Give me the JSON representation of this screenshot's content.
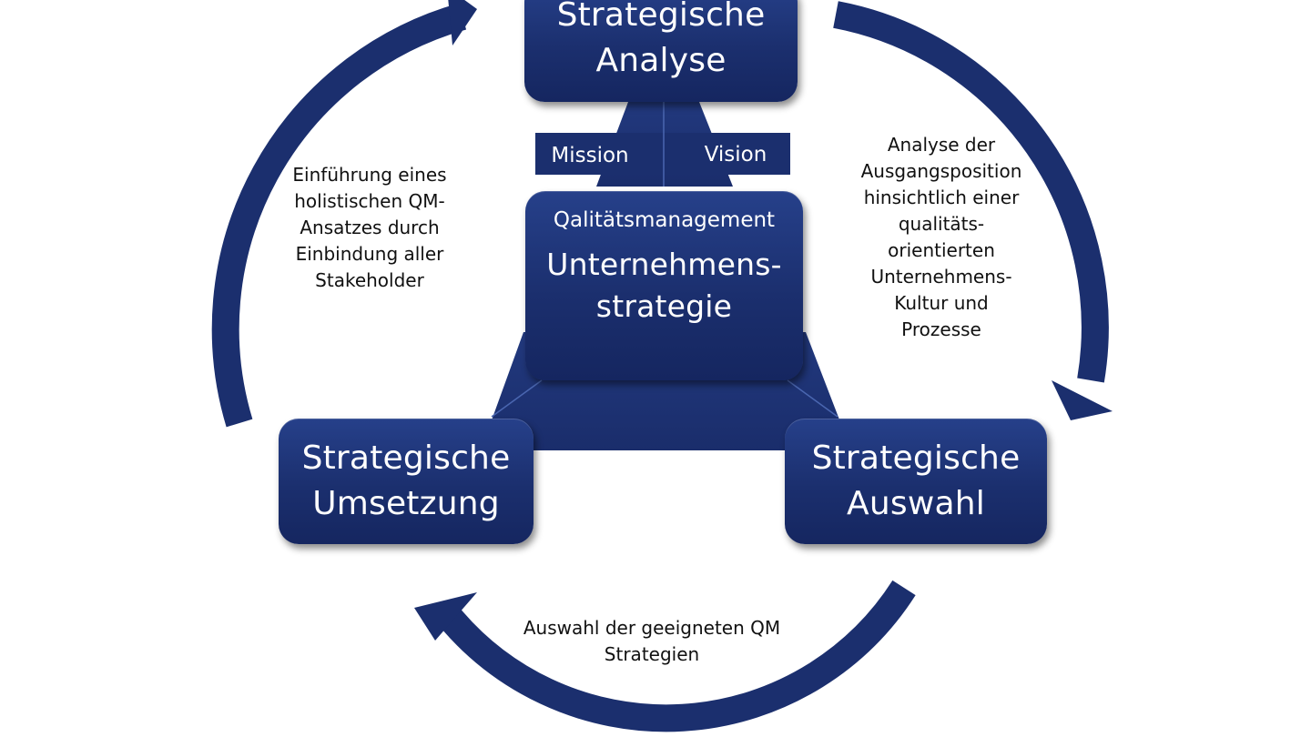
{
  "diagram": {
    "colors": {
      "primary": "#1b2f6e",
      "accent": "#26408a",
      "text_dark": "#111111",
      "text_light": "#ffffff"
    },
    "boxes": {
      "analyse": {
        "lines": [
          "Strategische",
          "Analyse"
        ]
      },
      "center": {
        "subtitle": "Qalitätsmanagement",
        "lines": [
          "Unternehmens-",
          "strategie"
        ]
      },
      "umsetzung": {
        "lines": [
          "Strategische",
          "Umsetzung"
        ]
      },
      "auswahl": {
        "lines": [
          "Strategische",
          "Auswahl"
        ]
      }
    },
    "tags": {
      "mission": "Mission",
      "vision": "Vision"
    },
    "descriptions": {
      "left": [
        "Einführung eines",
        "holistischen QM-",
        "Ansatzes durch",
        "Einbindung aller",
        "Stakeholder"
      ],
      "right": [
        "Analyse der",
        "Ausgangsposition",
        "hinsichtlich einer",
        "qualitäts-",
        "orientierten",
        "Unternehmens-",
        "Kultur und",
        "Prozesse"
      ],
      "bottom": [
        "Auswahl der geeigneten QM",
        "Strategien"
      ]
    }
  }
}
